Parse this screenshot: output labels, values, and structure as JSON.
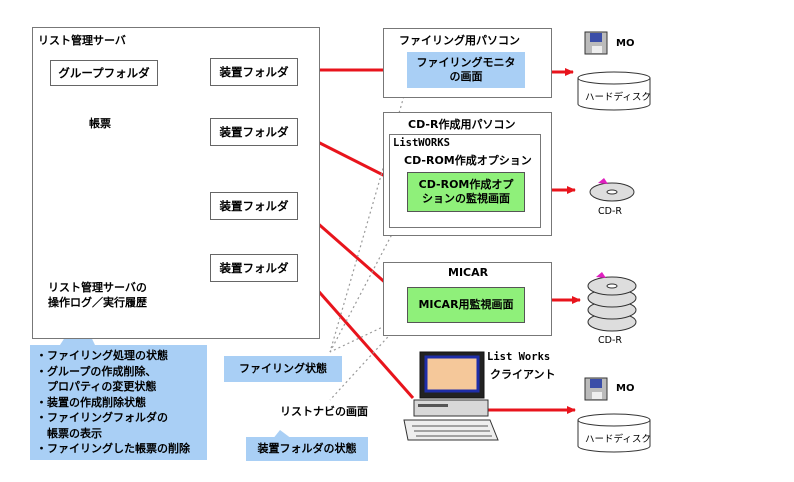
{
  "server": {
    "title": "リスト管理サーバ",
    "group_folder": "グループフォルダ",
    "ledger": "帳票",
    "log_line1": "リスト管理サーバの",
    "log_line2": "操作ログ／実行履歴",
    "folders": [
      "装置フォルダ",
      "装置フォルダ",
      "装置フォルダ",
      "装置フォルダ"
    ]
  },
  "filing_pc": {
    "title": "ファイリング用パソコン",
    "monitor_line1": "ファイリングモニタ",
    "monitor_line2": "の画面"
  },
  "cdr_pc": {
    "title": "CD-R作成用パソコン",
    "listworks": "ListWORKS",
    "option": "CD-ROM作成オプション",
    "screen_line1": "CD-ROM作成オプ",
    "screen_line2": "ションの監視画面"
  },
  "micar": {
    "title": "MICAR",
    "screen": "MICAR用監視画面"
  },
  "devices": {
    "mo_top": "MO",
    "hdd_top": "ハードディスク",
    "cdr_single": "CD-R",
    "cdr_stack": "CD-R",
    "mo_bottom": "MO",
    "hdd_bottom": "ハードディスク"
  },
  "client": {
    "line1": "List Works",
    "line2": "クライアント"
  },
  "callouts": {
    "server_status": [
      "・ファイリング処理の状態",
      "・グループの作成削除、",
      "　プロパティの変更状態",
      "・装置の作成削除状態",
      "・ファイリングフォルダの",
      "　帳票の表示",
      "・ファイリングした帳票の削除"
    ],
    "filing_status": "ファイリング状態",
    "listnavi_screen": "リストナビの画面",
    "device_folder_status": "装置フォルダの状態"
  },
  "colors": {
    "line_red": "#e8141c",
    "callout_blue": "#a9cff5",
    "screen_green": "#8ff07a",
    "cylinder_gray": "#a8a8a8"
  }
}
